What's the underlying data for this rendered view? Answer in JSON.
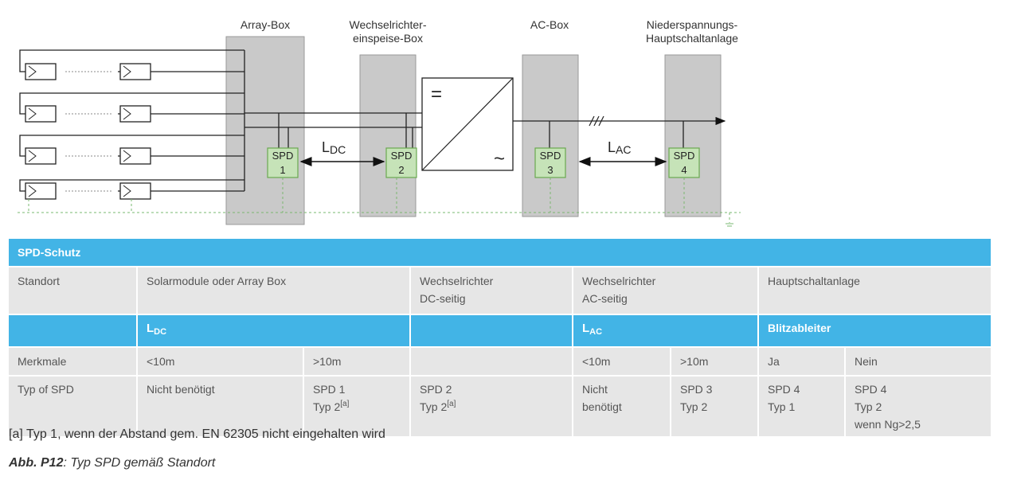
{
  "diagram": {
    "labels": {
      "array_box": "Array-Box",
      "inverter_box_1": "Wechselrichter-",
      "inverter_box_2": "einspeise-Box",
      "ac_box": "AC-Box",
      "lv_1": "Niederspannungs-",
      "lv_2": "Hauptschaltanlage",
      "eq": "=",
      "tilde": "~",
      "spd_word": "SPD",
      "spd1_num": "1",
      "spd2_num": "2",
      "spd3_num": "3",
      "spd4_num": "4",
      "l_main": "L",
      "ldc_sub": "DC",
      "lac_sub": "AC"
    },
    "colors": {
      "box_fill": "#c9c9c9",
      "spd_fill": "#c6e3b8",
      "spd_stroke": "#6aa84f",
      "ground": "#7ab870"
    }
  },
  "table": {
    "title": "SPD-Schutz",
    "standort": {
      "label": "Standort",
      "solar": "Solarmodule oder Array Box",
      "dc_1": "Wechselrichter",
      "dc_2": "DC-seitig",
      "ac_1": "Wechselrichter",
      "ac_2": "AC-seitig",
      "main": "Hauptschaltanlage"
    },
    "lrow": {
      "ldc": "L",
      "ldc_sub": "DC",
      "lac": "L",
      "lac_sub": "AC",
      "blitz": "Blitzableiter"
    },
    "merkmale": {
      "label": "Merkmale",
      "lt10_dc": "<10m",
      "gt10_dc": ">10m",
      "lt10_ac": "<10m",
      "gt10_ac": ">10m",
      "ja": "Ja",
      "nein": "Nein"
    },
    "typ": {
      "label": "Typ of SPD",
      "nicht_benoetigt": "Nicht benötigt",
      "spd1_l1": "SPD 1",
      "spd1_l2": "Typ 2",
      "spd1_sup": "[a]",
      "spd2_l1": "SPD 2",
      "spd2_l2": "Typ 2",
      "spd2_sup": "[a]",
      "nicht_1": "Nicht",
      "nicht_2": "benötigt",
      "spd3_l1": "SPD 3",
      "spd3_l2": "Typ 2",
      "spd4a_l1": "SPD 4",
      "spd4a_l2": "Typ 1",
      "spd4b_l1": "SPD 4",
      "spd4b_l2": "Typ 2",
      "spd4b_l3": "wenn Ng>2,5"
    },
    "colors": {
      "header_blue": "#42b4e6",
      "row_grey": "#e6e6e6"
    }
  },
  "footnote": "[a] Typ 1, wenn der Abstand gem. EN 62305 nicht eingehalten wird",
  "caption": {
    "bold": "Abb. P12",
    "rest": ": Typ SPD gemäß Standort"
  }
}
